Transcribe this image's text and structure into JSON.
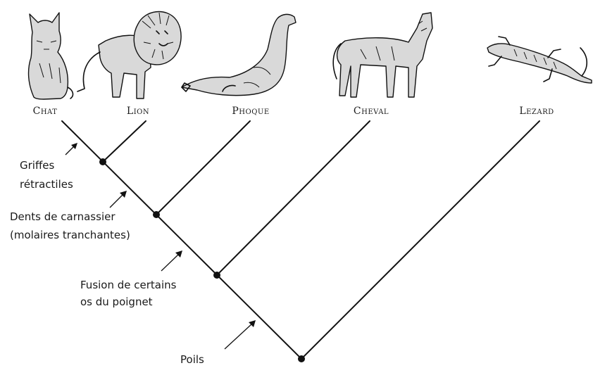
{
  "taxa": {
    "chat": "Chat",
    "lion": "Lion",
    "phoque": "Phoque",
    "cheval": "Cheval",
    "lezard": "Lezard"
  },
  "characters": {
    "griffes": [
      "Griffes",
      "rétractiles"
    ],
    "dents": [
      "Dents de carnassier",
      "(molaires tranchantes)"
    ],
    "fusion": [
      "Fusion de certains",
      "os du poignet"
    ],
    "poils": [
      "Poils"
    ]
  }
}
